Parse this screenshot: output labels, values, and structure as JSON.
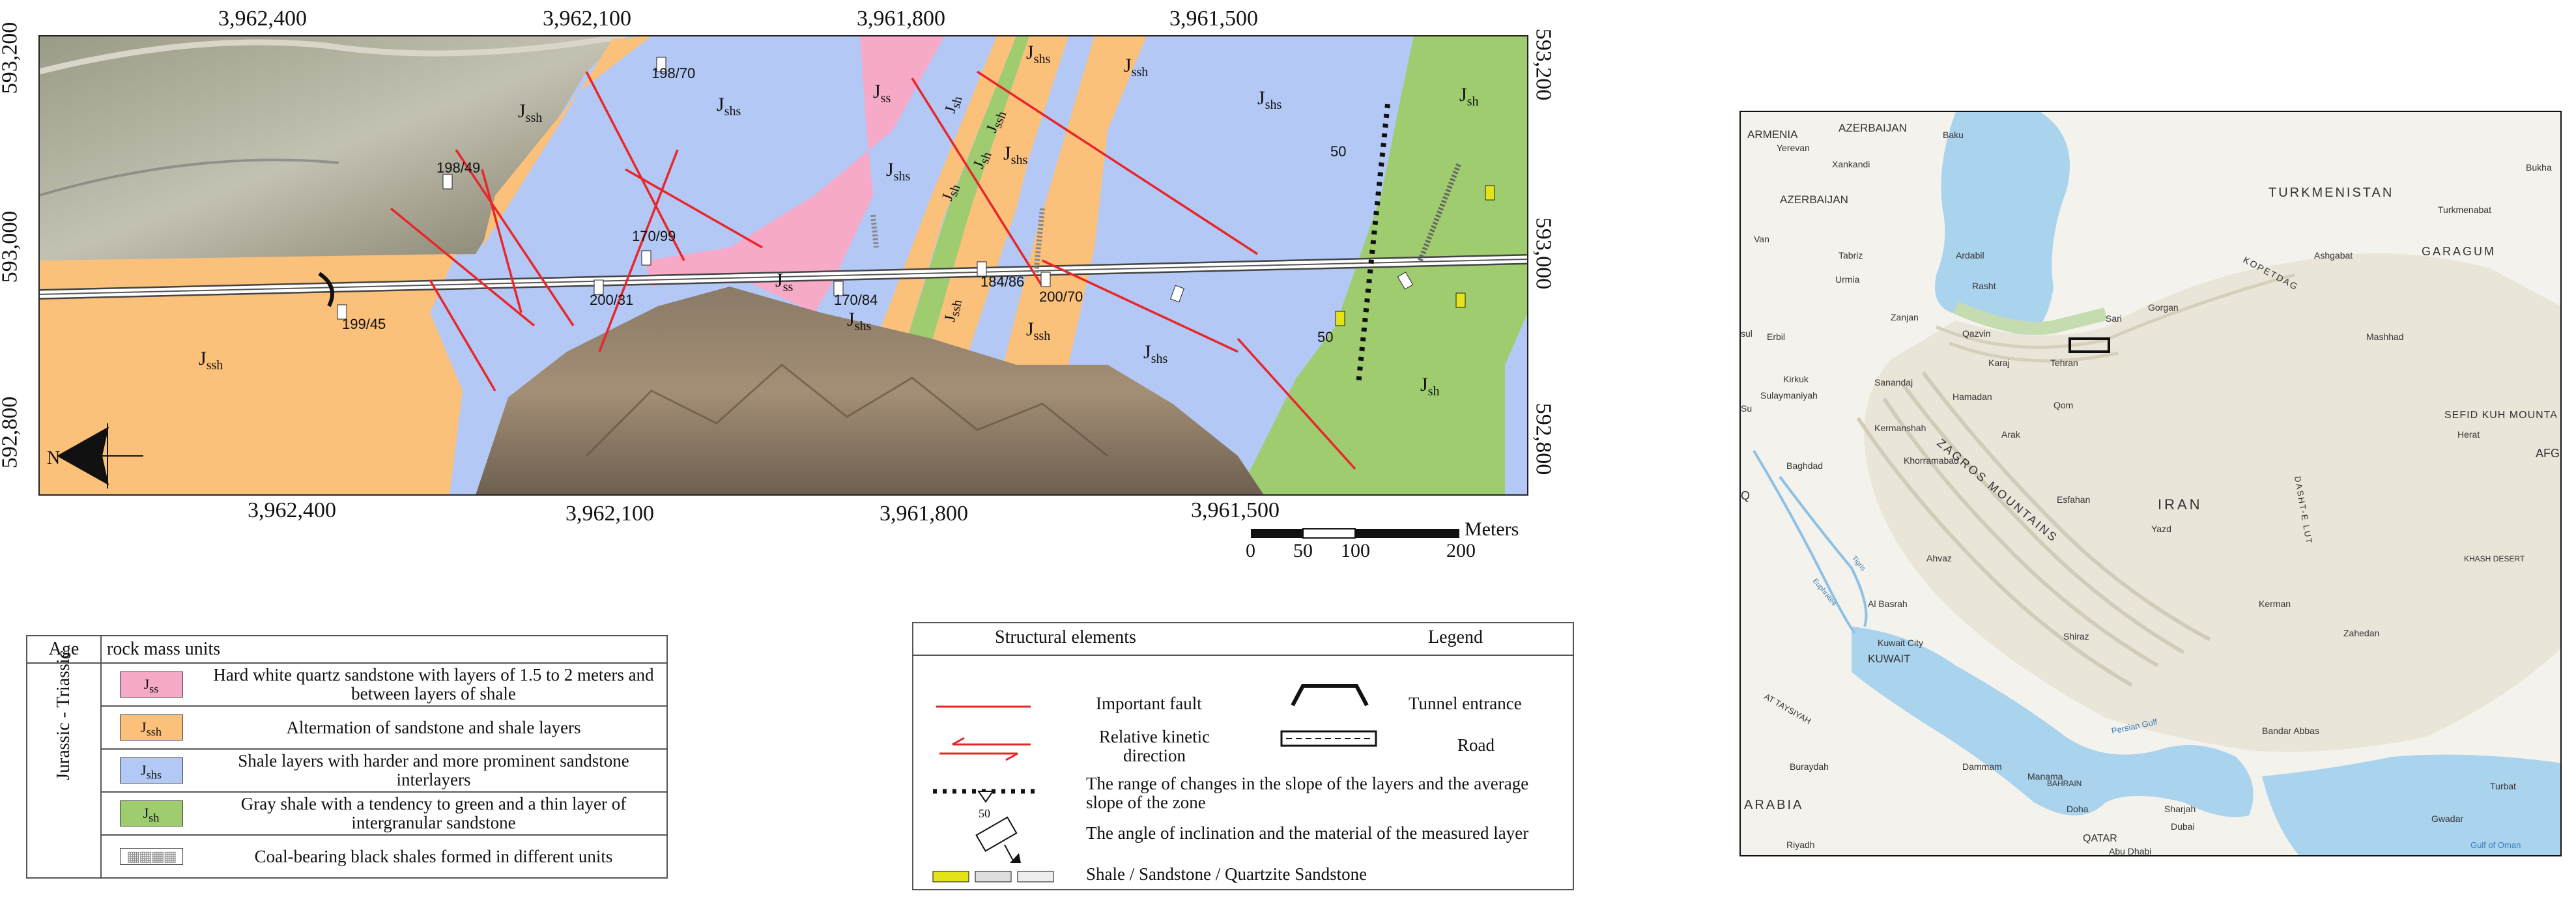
{
  "map": {
    "top_x_ticks": [
      "3,962,400",
      "3,962,100",
      "3,961,800",
      "3,961,500"
    ],
    "bottom_x_ticks": [
      "3,962,400",
      "3,962,100",
      "3,961,800",
      "3,961,500"
    ],
    "left_y_ticks": [
      "593,200",
      "593,000",
      "592,800"
    ],
    "right_y_ticks": [
      "593,200",
      "593,000",
      "592,800"
    ],
    "north_label": "N",
    "unit_symbol": "J",
    "unit_subscripts": {
      "ss": "ss",
      "ssh": "ssh",
      "shs": "shs",
      "sh": "sh"
    },
    "attitudes": [
      "198/70",
      "198/49",
      "170/99",
      "200/31",
      "199/45",
      "170/84",
      "184/86",
      "200/70"
    ],
    "slope_labels": [
      "50",
      "50"
    ],
    "scale": {
      "ticks": [
        "0",
        "50",
        "100",
        "200"
      ],
      "unit": "Meters"
    },
    "colors": {
      "ss": "#f7a9c8",
      "ssh": "#fbc07a",
      "shs": "#b3c8f5",
      "sh": "#9fcc6f",
      "fault": "#e8262a"
    }
  },
  "units_legend": {
    "header_age": "Age",
    "header_units": "rock mass units",
    "age_label": "Jurassic - Triassic",
    "rows": [
      {
        "code_sub": "ss",
        "desc": "Hard white quartz sandstone with layers of 1.5 to 2 meters and between layers of shale"
      },
      {
        "code_sub": "ssh",
        "desc": "Altermation of sandstone and shale layers"
      },
      {
        "code_sub": "shs",
        "desc": "Shale layers with harder and more prominent sandstone interlayers"
      },
      {
        "code_sub": "sh",
        "desc": "Gray shale with a tendency to green and a thin layer of intergranular sandstone"
      },
      {
        "code_sub": "",
        "desc": "Coal-bearing black shales formed in different units"
      }
    ]
  },
  "structural_legend": {
    "header_structural": "Structural elements",
    "header_legend": "Legend",
    "fault": "Important fault",
    "kinetic": "Relative kinetic direction",
    "tunnel": "Tunnel entrance",
    "road": "Road",
    "slope_range": "The range of changes in the slope of the layers and the average slope of the zone",
    "slope_value": "50",
    "inclination": "The angle of inclination and the material of the measured layer",
    "materials": "Shale / Sandstone / Quartzite Sandstone"
  },
  "location_map": {
    "countries": [
      "ARMENIA",
      "AZERBAIJAN",
      "AZERBAIJAN",
      "TURKMENISTAN",
      "IRAN",
      "KUWAIT",
      "ARABIA",
      "QATAR",
      "BAHRAIN",
      "AFGHA"
    ],
    "cities": [
      "Yerevan",
      "Baku",
      "Xankandi",
      "Tabriz",
      "Ardabil",
      "Rasht",
      "Sari",
      "Gorgan",
      "Ashgabat",
      "Turkmenabat",
      "Urmia",
      "Van",
      "Zanjan",
      "Qazvin",
      "Karaj",
      "Tehran",
      "Mashhad",
      "Erbil",
      "Kirkuk",
      "Sulaymaniyah",
      "Sanandaj",
      "Hamadan",
      "Qom",
      "Kermanshah",
      "Arak",
      "Baghdad",
      "Khorramabad",
      "Esfahan",
      "Yazd",
      "Herat",
      "Ahvaz",
      "Al Basrah",
      "Kuwait City",
      "Shiraz",
      "Kerman",
      "Zahedan",
      "Bandar Abbas",
      "Dammam",
      "Manama",
      "Doha",
      "Sharjah",
      "Dubai",
      "Abu Dhabi",
      "Riyadh",
      "Buraydah",
      "Gwadar",
      "Turbat",
      "Bukha"
    ],
    "features": [
      "GARAGUM",
      "KOPETDAG",
      "ZAGROS MOUNTAINS",
      "DASHT-E LUT",
      "SEFID KUH MOUNTA",
      "KHASH DESERT",
      "Persian Gulf",
      "Gulf of Oman",
      "AT TAYSIYAH",
      "Euphrates",
      "Tigris"
    ],
    "extra": [
      "Su",
      "Q",
      "sul"
    ]
  }
}
